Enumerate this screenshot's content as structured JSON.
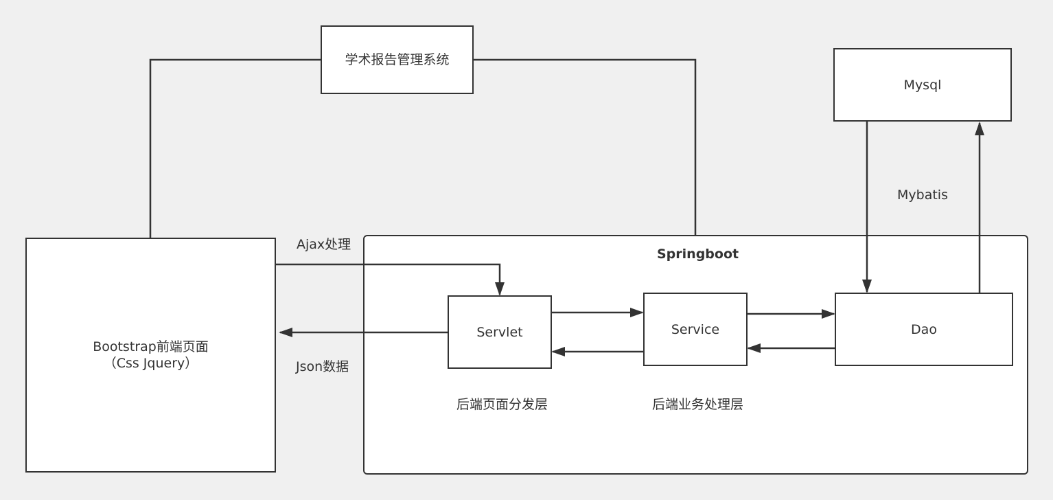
{
  "nodes": {
    "system": "学术报告管理系统",
    "mysql": "Mysql",
    "frontend_line1": "Bootstrap前端页面",
    "frontend_line2": "（Css Jquery）",
    "springboot": "Springboot",
    "servlet": "Servlet",
    "service": "Service",
    "dao": "Dao"
  },
  "edge_labels": {
    "ajax": "Ajax处理",
    "json": "Json数据",
    "mybatis": "Mybatis"
  },
  "layer_labels": {
    "dispatch": "后端页面分发层",
    "business": "后端业务处理层"
  },
  "colors": {
    "background": "#f0f0f0",
    "box_fill": "#ffffff",
    "stroke": "#333333",
    "text": "#333333"
  }
}
